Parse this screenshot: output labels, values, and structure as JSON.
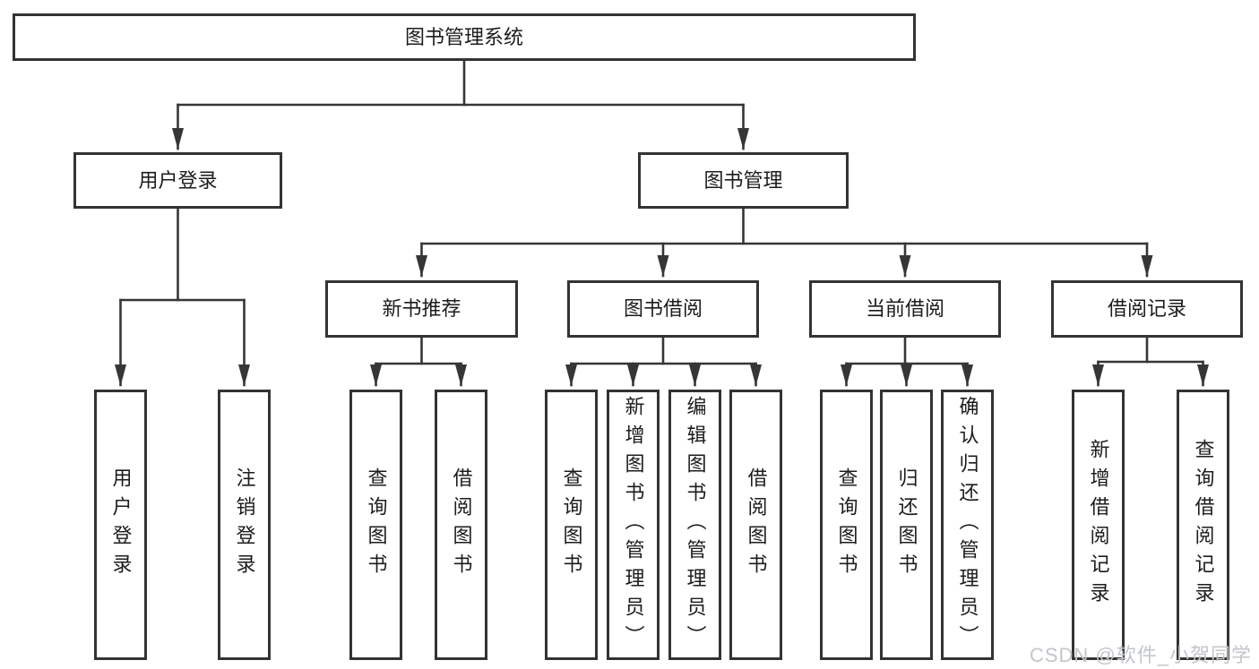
{
  "title": "图书管理系统",
  "branches": [
    {
      "label": "用户登录",
      "children": [
        "用户登录",
        "注销登录"
      ]
    },
    {
      "label": "图书管理",
      "groups": [
        {
          "label": "新书推荐",
          "children": [
            "查询图书",
            "借阅图书"
          ]
        },
        {
          "label": "图书借阅",
          "children": [
            "查询图书",
            "新增图书（管理员）",
            "编辑图书（管理员）",
            "借阅图书"
          ]
        },
        {
          "label": "当前借阅",
          "children": [
            "查询图书",
            "归还图书",
            "确认归还（管理员）"
          ]
        },
        {
          "label": "借阅记录",
          "children": [
            "新增借阅记录",
            "查询借阅记录"
          ]
        }
      ]
    }
  ],
  "watermark": "CSDN @软件_小贺同学",
  "colors": {
    "line": "#363636",
    "border": "#333333",
    "text": "#1c1c1c",
    "watermark": "#c3c6ca",
    "background": "#ffffff"
  }
}
